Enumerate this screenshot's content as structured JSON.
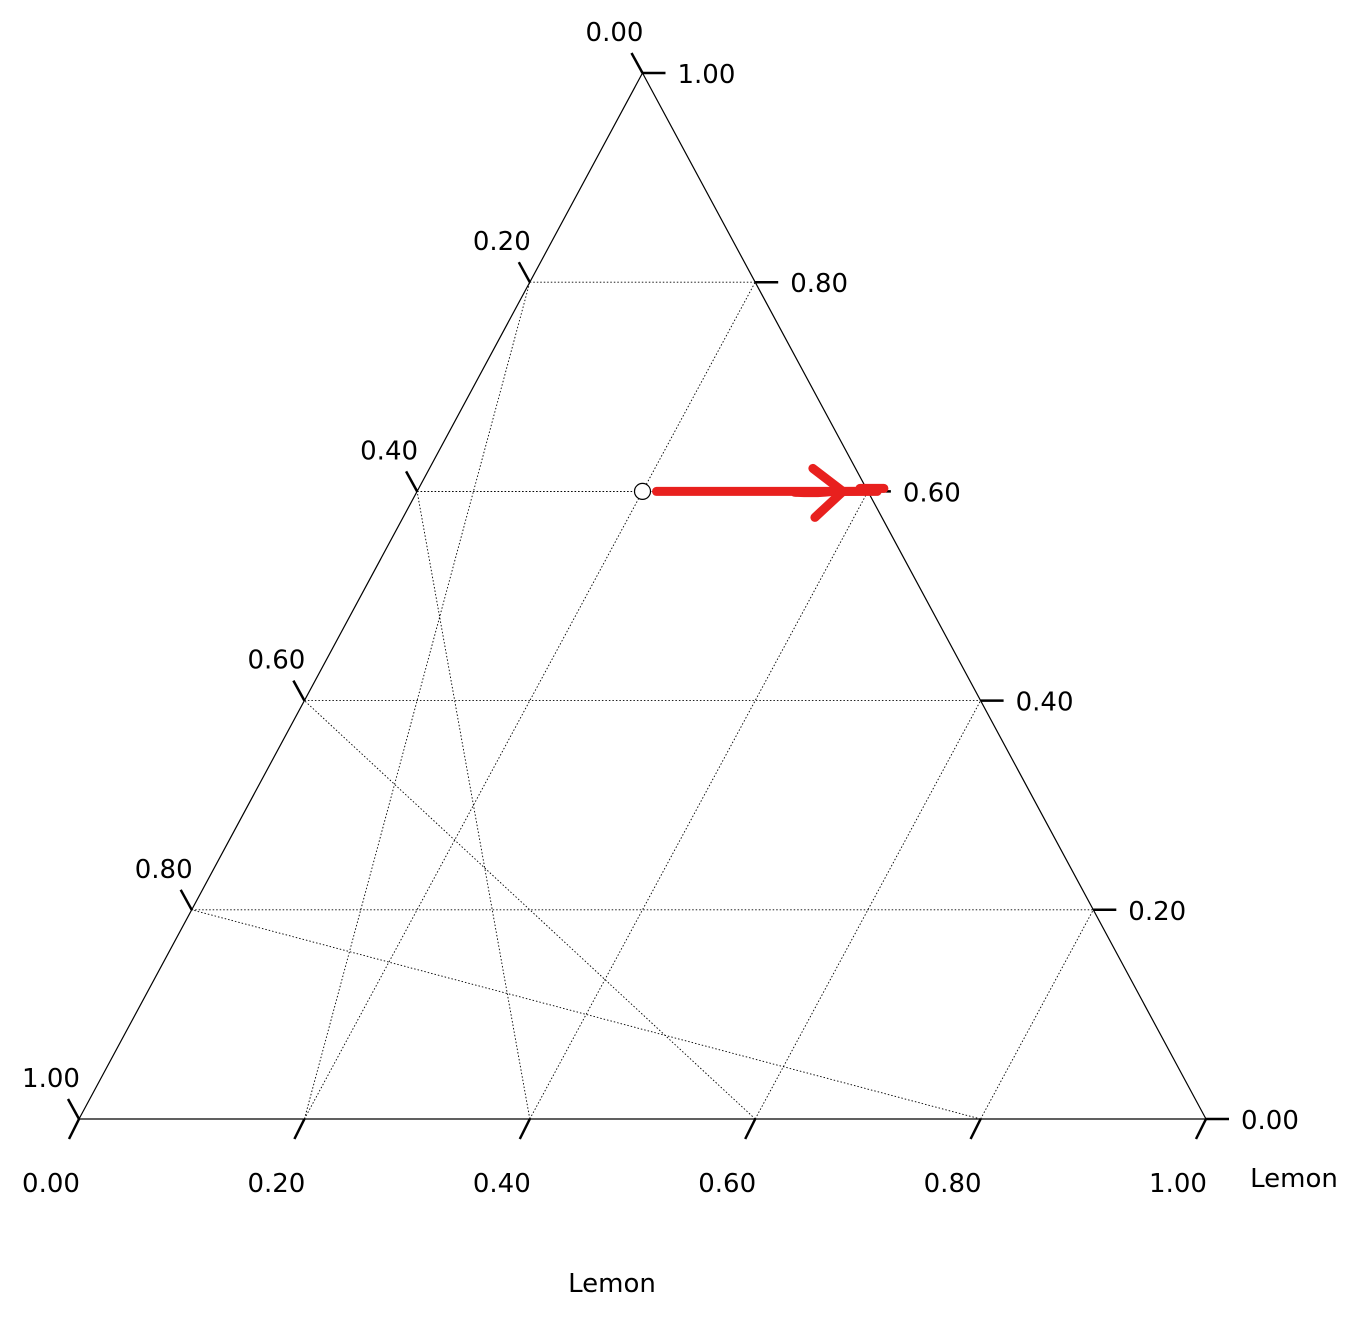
{
  "chart_data": {
    "type": "ternary-scatter",
    "ternary_axes": {
      "bottom": {
        "ticks": [
          0.0,
          0.2,
          0.4,
          0.6,
          0.8,
          1.0
        ],
        "tick_labels": [
          "0.00",
          "0.20",
          "0.40",
          "0.60",
          "0.80",
          "1.00"
        ],
        "label": "Lemon"
      },
      "right": {
        "ticks": [
          0.0,
          0.2,
          0.4,
          0.6,
          0.8,
          1.0
        ],
        "tick_labels": [
          "0.00",
          "0.20",
          "0.40",
          "0.60",
          "0.80",
          "1.00"
        ],
        "label": "Lemon"
      },
      "left": {
        "ticks": [
          0.0,
          0.2,
          0.4,
          0.6,
          0.8,
          1.0
        ],
        "tick_labels": [
          "0.00",
          "0.20",
          "0.40",
          "0.60",
          "0.80",
          "1.00"
        ],
        "label": ""
      }
    },
    "grid": true,
    "grid_step": 0.2,
    "points": [
      {
        "bottom": 0.2,
        "right": 0.6,
        "left": 0.2
      }
    ],
    "annotation": {
      "type": "arrow",
      "from_point": 0,
      "to_axis": "right",
      "to_value": 0.6,
      "color": "#e8201e"
    }
  }
}
